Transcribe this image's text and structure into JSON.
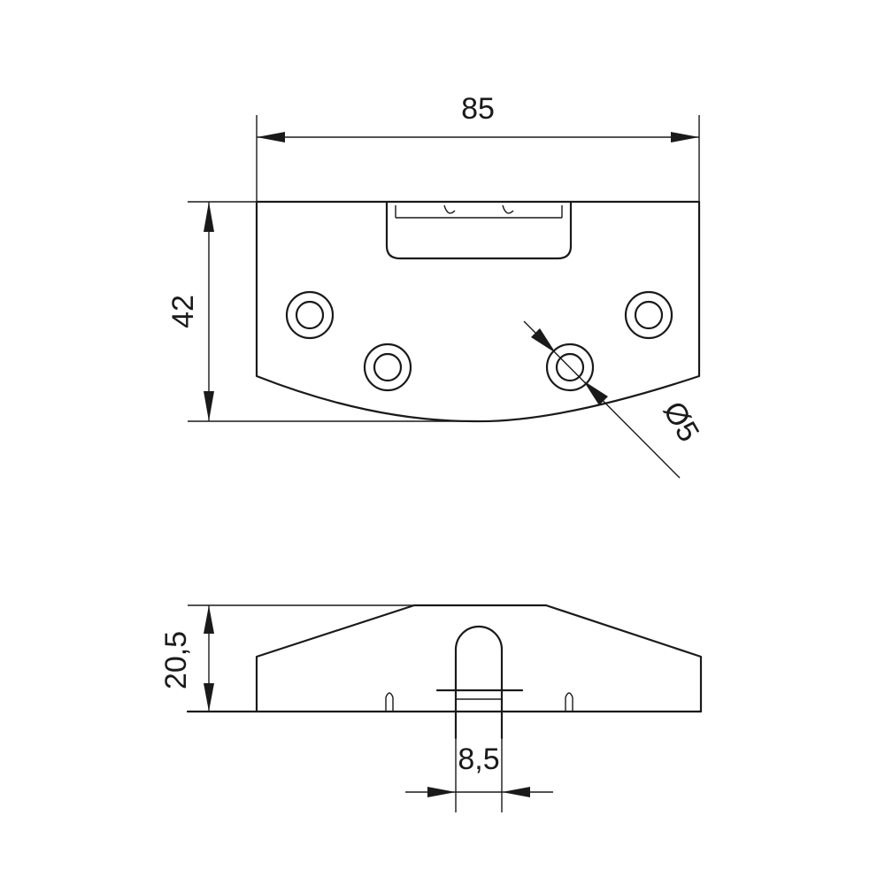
{
  "dimensions": {
    "width_top": "85",
    "height_top": "42",
    "hole_diameter": "Ø5",
    "height_side": "20,5",
    "slot_width": "8,5"
  },
  "colors": {
    "line": "#1a1a1a",
    "background": "#ffffff"
  }
}
